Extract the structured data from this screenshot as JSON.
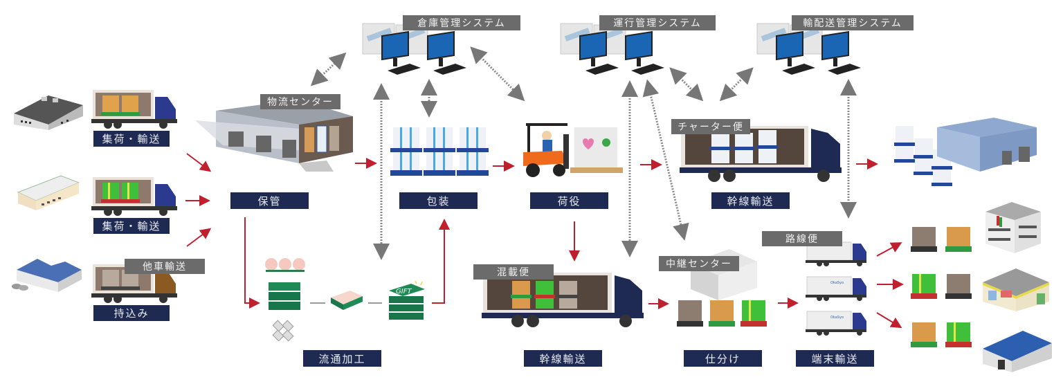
{
  "diagram": {
    "title": "",
    "colors": {
      "process_label_bg": "#1f2a52",
      "system_label_bg": "#6b6b6b",
      "flow_arrow": "#c0202e",
      "data_link": "#777777",
      "monitor_screen": "#1a66b5"
    },
    "systems": [
      {
        "id": "wms",
        "label": "倉庫管理システム"
      },
      {
        "id": "tms",
        "label": "運行管理システム"
      },
      {
        "id": "dms",
        "label": "輸配送管理システム"
      }
    ],
    "sources": [
      {
        "building": "warehouse-gray-roof",
        "cargo": "orange",
        "step": "集荷・輸送"
      },
      {
        "building": "factory-beige",
        "cargo": "green",
        "step": "集荷・輸送"
      },
      {
        "building": "factory-blue-roof",
        "cargo": "brown",
        "tag": "他車輸送",
        "step": "持込み"
      }
    ],
    "nodes": {
      "logistics_center": {
        "tag": "物流センター",
        "step": "保管"
      },
      "packaging": {
        "step": "包装"
      },
      "handling": {
        "step": "荷役"
      },
      "processing": {
        "step": "流通加工",
        "gift_text": "GIFT"
      },
      "charter": {
        "tag": "チャーター便",
        "step": "幹線輸送"
      },
      "consolidated": {
        "tag": "混載便",
        "step": "幹線輸送"
      },
      "relay_center": {
        "tag": "中継センター",
        "step": "仕分け"
      },
      "route": {
        "tag": "路線便",
        "step": "端末輸送",
        "truck_logo": "OkaSyo"
      }
    },
    "destinations": [
      {
        "building": "department-store",
        "cargo": [
          "brown",
          "orange"
        ]
      },
      {
        "building": "convenience-store",
        "cargo": [
          "green",
          "brown"
        ]
      },
      {
        "building": "warehouse-blue-roof",
        "cargo": [
          "orange",
          "green"
        ]
      }
    ]
  }
}
